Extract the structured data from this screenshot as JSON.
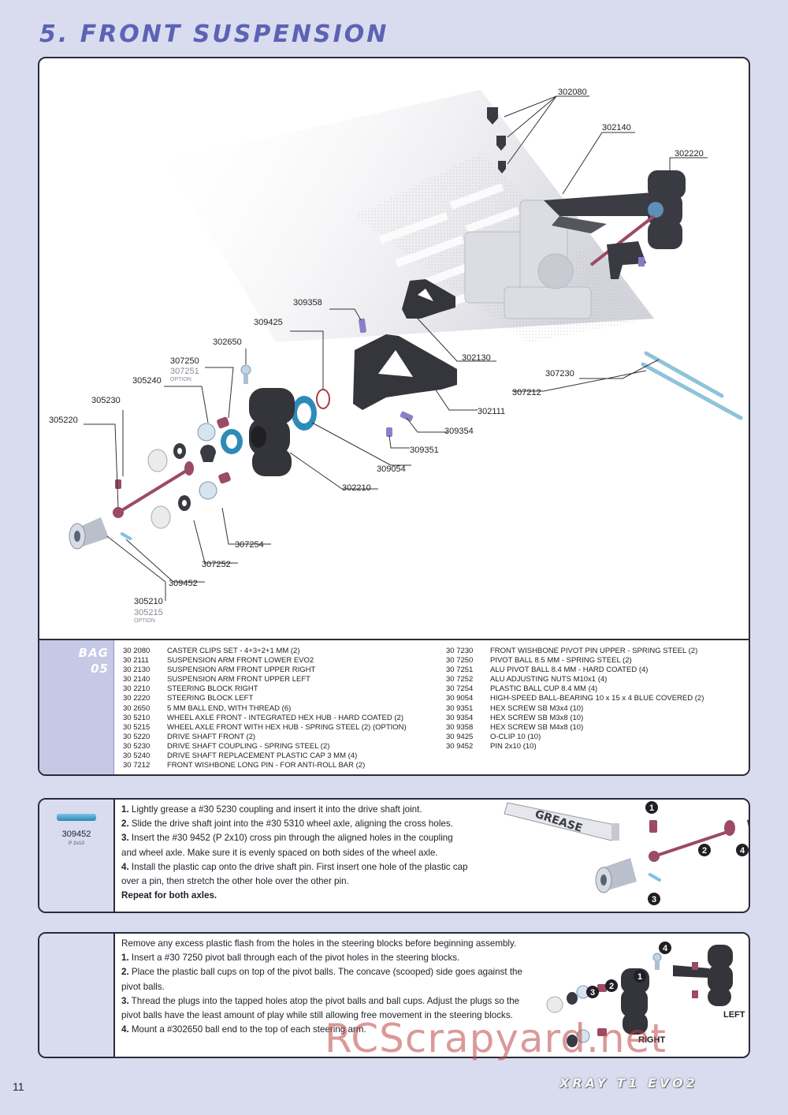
{
  "page": {
    "title": "5. FRONT SUSPENSION",
    "page_number": "11",
    "brand": "XRAY T1 EVO2",
    "watermark": "RCScrapyard.net"
  },
  "diagram": {
    "labels": {
      "l302080": "302080",
      "l302140": "302140",
      "l302220": "302220",
      "l309358": "309358",
      "l309425": "309425",
      "l302650": "302650",
      "l307250": "307250",
      "l307251": "307251",
      "l307251_opt": "OPTION",
      "l305240": "305240",
      "l305230": "305230",
      "l305220": "305220",
      "l302130": "302130",
      "l307230": "307230",
      "l307212": "307212",
      "l302111": "302111",
      "l309354": "309354",
      "l309351": "309351",
      "l309054": "309054",
      "l302210": "302210",
      "l307254": "307254",
      "l307252": "307252",
      "l309452": "309452",
      "l305210": "305210",
      "l305215": "305215",
      "l305215_opt": "OPTION"
    }
  },
  "bag": {
    "line1": "BAG",
    "line2": "05",
    "left": [
      {
        "code": "30 2080",
        "desc": "CASTER CLIPS SET - 4+3+2+1 MM  (2)"
      },
      {
        "code": "30 2111",
        "desc": "SUSPENSION ARM FRONT LOWER EVO2"
      },
      {
        "code": "30 2130",
        "desc": "SUSPENSION ARM FRONT UPPER RIGHT"
      },
      {
        "code": "30 2140",
        "desc": "SUSPENSION ARM FRONT UPPER LEFT"
      },
      {
        "code": "30 2210",
        "desc": "STEERING BLOCK RIGHT"
      },
      {
        "code": "30 2220",
        "desc": "STEERING BLOCK LEFT"
      },
      {
        "code": "30 2650",
        "desc": "5 MM BALL END, WITH THREAD  (6)"
      },
      {
        "code": "30 5210",
        "desc": "WHEEL AXLE FRONT - INTEGRATED HEX HUB - HARD COATED  (2)"
      },
      {
        "code": "30 5215",
        "desc": "WHEEL AXLE FRONT WITH HEX HUB - SPRING STEEL (2)  (OPTION)"
      },
      {
        "code": "30 5220",
        "desc": "DRIVE SHAFT FRONT  (2)"
      },
      {
        "code": "30 5230",
        "desc": "DRIVE SHAFT COUPLING - SPRING STEEL  (2)"
      },
      {
        "code": "30 5240",
        "desc": "DRIVE SHAFT REPLACEMENT PLASTIC CAP 3 MM  (4)"
      },
      {
        "code": "30 7212",
        "desc": "FRONT WISHBONE LONG PIN - FOR ANTI-ROLL BAR (2)"
      }
    ],
    "right": [
      {
        "code": "30 7230",
        "desc": "FRONT WISHBONE PIVOT PIN UPPER - SPRING STEEL  (2)"
      },
      {
        "code": "30 7250",
        "desc": "PIVOT BALL 8.5 MM - SPRING STEEL  (2)"
      },
      {
        "code": "30 7251",
        "desc": "ALU PIVOT BALL 8.4 MM  - HARD COATED  (4)"
      },
      {
        "code": "30 7252",
        "desc": "ALU ADJUSTING NUTS M10x1  (4)"
      },
      {
        "code": "30 7254",
        "desc": "PLASTIC BALL CUP 8.4 MM  (4)"
      },
      {
        "code": "30 9054",
        "desc": "HIGH-SPEED BALL-BEARING 10 x 15 x 4 BLUE COVERED (2)"
      },
      {
        "code": "30 9351",
        "desc": "HEX SCREW  SB M3x4  (10)"
      },
      {
        "code": "30 9354",
        "desc": "HEX SCREW  SB M3x8  (10)"
      },
      {
        "code": "30 9358",
        "desc": "HEX SCREW  SB M4x8  (10)"
      },
      {
        "code": "30 9425",
        "desc": "O-CLIP 10  (10)"
      },
      {
        "code": "30 9452",
        "desc": "PIN 2x10  (10)"
      }
    ]
  },
  "step1": {
    "part_code": "309452",
    "part_sub": "P 2x10",
    "n1": "1.",
    "t1": " Lightly grease a #30 5230 coupling and insert it into the drive shaft joint.",
    "n2": "2.",
    "t2": " Slide the drive shaft joint into the #30 5310 wheel axle, aligning the cross holes.",
    "n3": "3.",
    "t3": " Insert the #30 9452 (P 2x10) cross pin through the aligned holes in the coupling and wheel axle. Make sure it is evenly spaced on both sides of the wheel axle.",
    "n4": "4.",
    "t4": " Install the plastic cap onto the drive shaft pin. First insert one hole of the plastic cap over a pin, then stretch the other hole over the other pin.",
    "final": "Repeat for both axles.",
    "grease_label": "GREASE",
    "m1": "1",
    "m2": "2",
    "m3": "3",
    "m4": "4"
  },
  "step2": {
    "intro": "Remove any excess plastic flash from the holes in the steering blocks before beginning assembly.",
    "n1": "1.",
    "t1": " Insert a #30 7250 pivot ball through each of the pivot holes in the steering blocks.",
    "n2": "2.",
    "t2": " Place the plastic ball cups on top of the pivot balls. The concave (scooped) side goes against the pivot balls.",
    "n3": "3.",
    "t3": " Thread the plugs into the tapped holes atop the pivot balls and ball cups. Adjust the plugs so the pivot balls have the least amount of play while still allowing free movement in the steering blocks.",
    "n4": "4.",
    "t4": " Mount a #302650 ball end to the top of each steering arm.",
    "left_label": "LEFT",
    "right_label": "RIGHT",
    "m1": "1",
    "m2": "2",
    "m3": "3",
    "m4": "4"
  }
}
